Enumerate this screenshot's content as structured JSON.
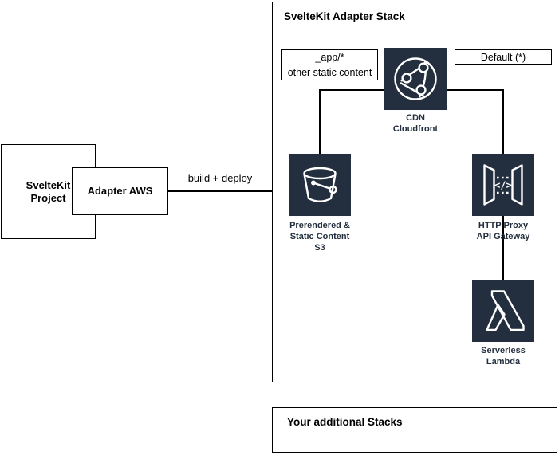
{
  "colors": {
    "node_background": "#232F3E",
    "node_label_text": "#232F3E",
    "line": "#000000",
    "canvas_background": "#FFFFFF"
  },
  "left_group": {
    "project_label": "SvelteKit\nProject",
    "adapter_label": "Adapter AWS",
    "build_label": "build + deploy"
  },
  "stack": {
    "title": "SvelteKit Adapter Stack",
    "route_app": "_app/*",
    "route_static": "other static content",
    "route_default": "Default (*)",
    "cdn_label": "CDN\nCloudfront",
    "s3_label": "Prerendered &\nStatic Content\nS3",
    "api_label": "HTTP Proxy\nAPI Gateway",
    "lambda_label": "Serverless\nLambda",
    "api_code_glyph": "</>"
  },
  "additional_stack": {
    "title": "Your additional Stacks"
  },
  "icons": {
    "cdn": "cloudfront-globe-icon",
    "s3": "s3-bucket-icon",
    "api": "api-gateway-icon",
    "lambda": "lambda-icon"
  }
}
